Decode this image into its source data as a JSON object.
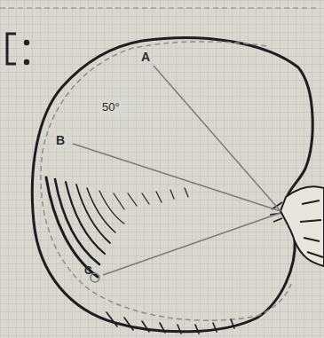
{
  "diagram": {
    "labels": [
      "A",
      "B",
      "C",
      "50°"
    ]
  }
}
